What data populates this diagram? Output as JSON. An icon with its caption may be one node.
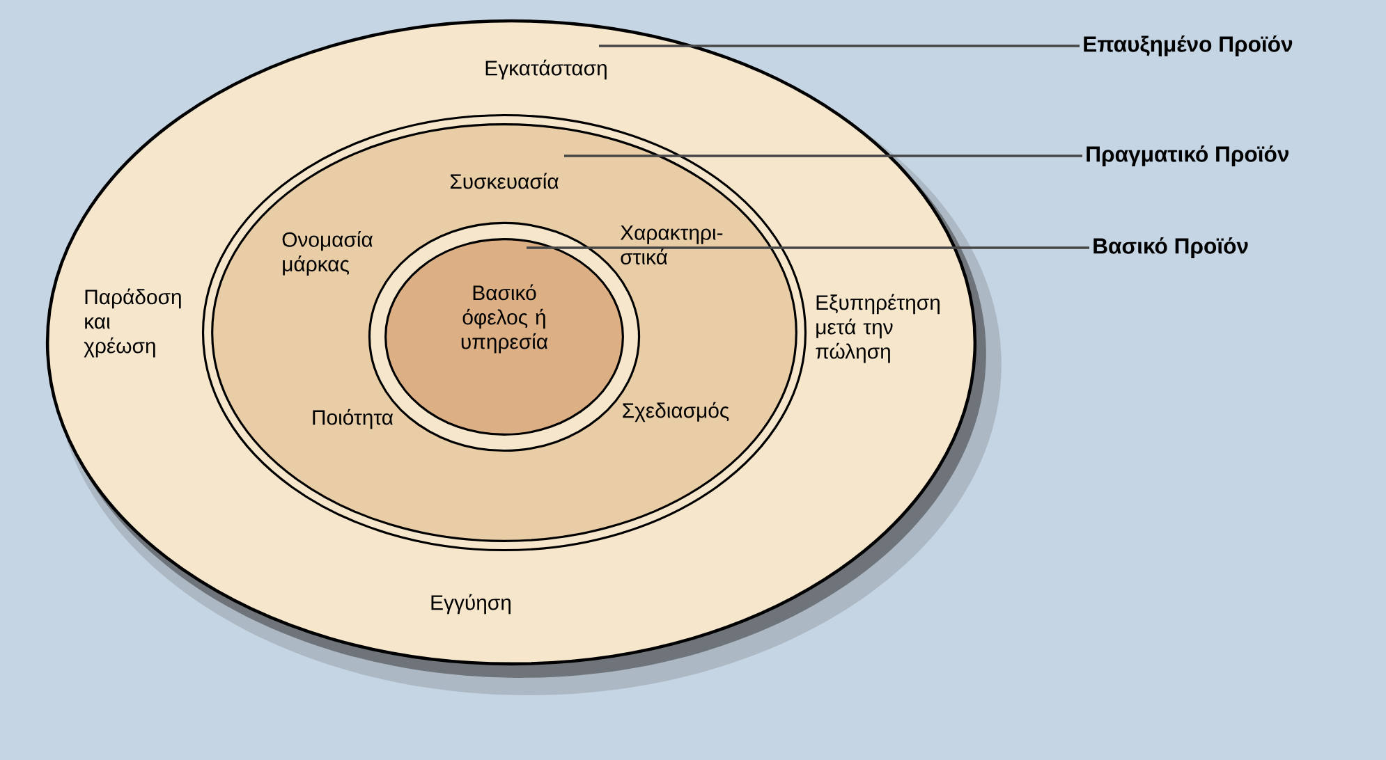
{
  "diagram": {
    "nodes": [
      {
        "text": [
          "Εγκατάσταση",
          "Παράδοση και χρέωση",
          "Εξυπηρέτηση μετά την πώληση",
          "Εγγύηση"
        ]
      },
      {
        "text": [
          "Συσκευασία",
          "Ονομασία μάρκας",
          "Χαρακτηρι-στικά",
          "Ποιότητα",
          "Σχεδιασμός"
        ],
        "in": 0
      },
      {
        "text": [
          "Βασικό όφελος ή υπηρεσία"
        ],
        "in": 1
      },
      {
        "text": [
          "Επαυξημένο Προϊόν"
        ]
      },
      {
        "text": [
          "Πραγματικό Προϊόν"
        ]
      },
      {
        "text": [
          "Βασικό Προϊόν"
        ]
      }
    ],
    "edges": [
      {
        "from": 3,
        "to": 0,
        "arrow": "none"
      },
      {
        "from": 4,
        "to": 1,
        "arrow": "none"
      },
      {
        "from": 5,
        "to": 2,
        "arrow": "none"
      }
    ]
  }
}
